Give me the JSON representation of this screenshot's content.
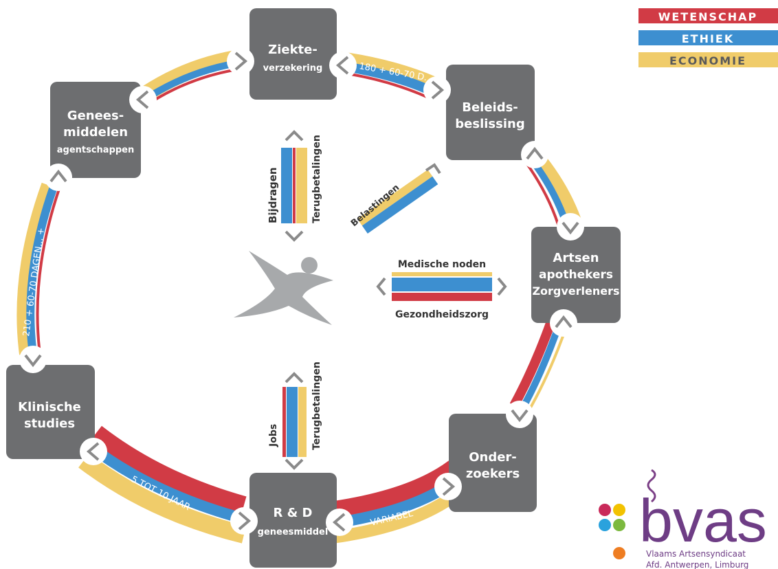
{
  "legend": {
    "items": [
      {
        "label": "WETENSCHAP",
        "color": "#d13b45"
      },
      {
        "label": "ETHIEK",
        "color": "#3d8fd0"
      },
      {
        "label": "ECONOMIE",
        "color": "#f0cc6a"
      }
    ]
  },
  "nodes": {
    "ziekteverzekering": [
      "Ziekte-",
      "verzekering"
    ],
    "beleidsbeslissing": [
      "Beleids-",
      "beslissing"
    ],
    "artsen": [
      "Artsen",
      "apothekers",
      "Zorgverleners"
    ],
    "onderzoekers": [
      "Onder-",
      "zoekers"
    ],
    "rd": [
      "R & D",
      "geneesmiddel"
    ],
    "klinische": [
      "Klinische",
      "studies"
    ],
    "geneesmiddelen": [
      "Genees-",
      "middelen",
      "agentschappen"
    ]
  },
  "ring_labels": {
    "top_right": "180 + 60-70 D.",
    "left": "210 + 60-70 DAGEN... +",
    "bottom_left": "5 TOT 10 JAAR",
    "bottom_right": "VARIABEL"
  },
  "center": {
    "bijdragen": "Bijdragen",
    "terugbetalingen_top": "Terugbetalingen",
    "belastingen": "Belastingen",
    "medische_noden": "Medische noden",
    "gezondheidszorg": "Gezondheidszorg",
    "jobs": "Jobs",
    "terugbetalingen_bottom": "Terugbetalingen"
  },
  "logo": {
    "name": "bvas",
    "sub1": "Vlaams Artsensyndicaat",
    "sub2": "Afd. Antwerpen, Limburg"
  },
  "colors": {
    "red": "#d13b45",
    "blue": "#3d8fd0",
    "yellow": "#f0cc6a",
    "node": "#6d6e70",
    "chevron": "#8a8a8a",
    "figure": "#a7a9ab"
  }
}
